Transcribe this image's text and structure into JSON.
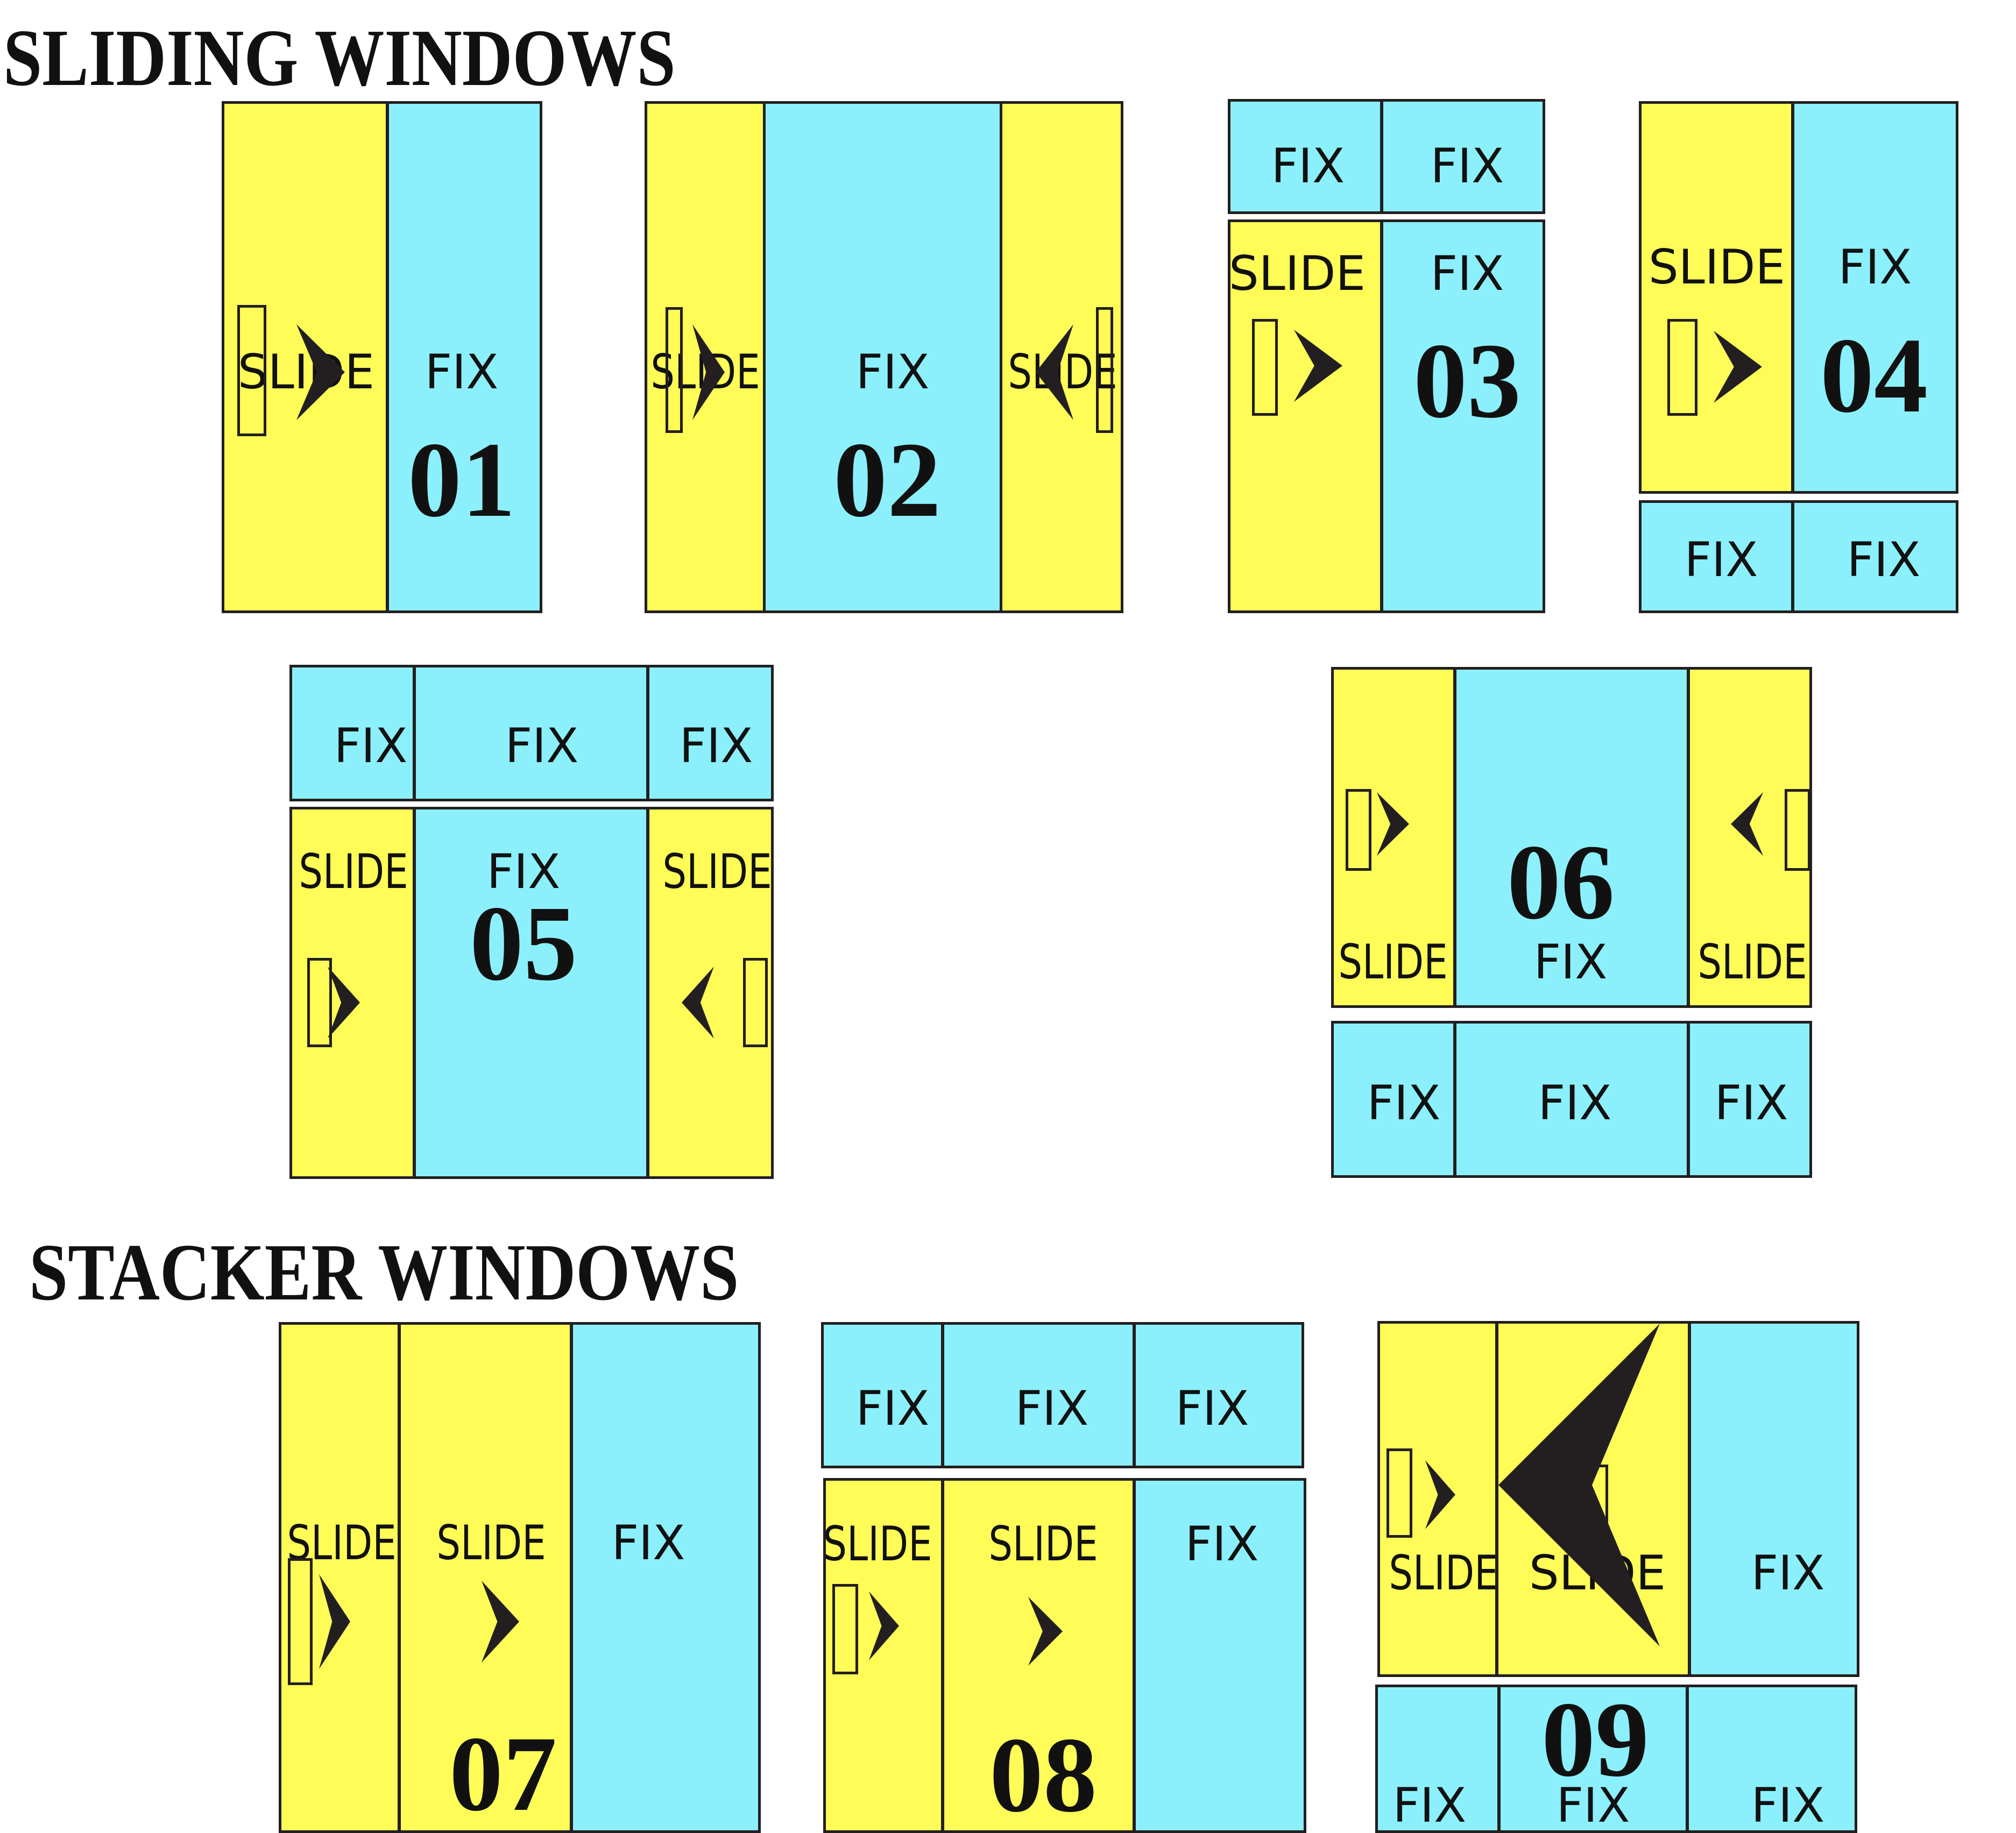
{
  "headings": {
    "sliding": "SLIDING WINDOWS",
    "stacker": "STACKER WINDOWS"
  },
  "labels": {
    "slide": "SLIDE",
    "fix": "FIX"
  },
  "numbers": {
    "d01": "01",
    "d02": "02",
    "d03": "03",
    "d04": "04",
    "d05": "05",
    "d06": "06",
    "d07": "07",
    "d08": "08",
    "d09": "09"
  },
  "colors": {
    "slide": "#fffc58",
    "fix": "#8bf0fc",
    "outline": "#231f20"
  },
  "icons": {
    "slide_direction_right": "chevron-right-icon",
    "slide_direction_left": "chevron-left-icon",
    "handle": "handle-bar-icon"
  }
}
